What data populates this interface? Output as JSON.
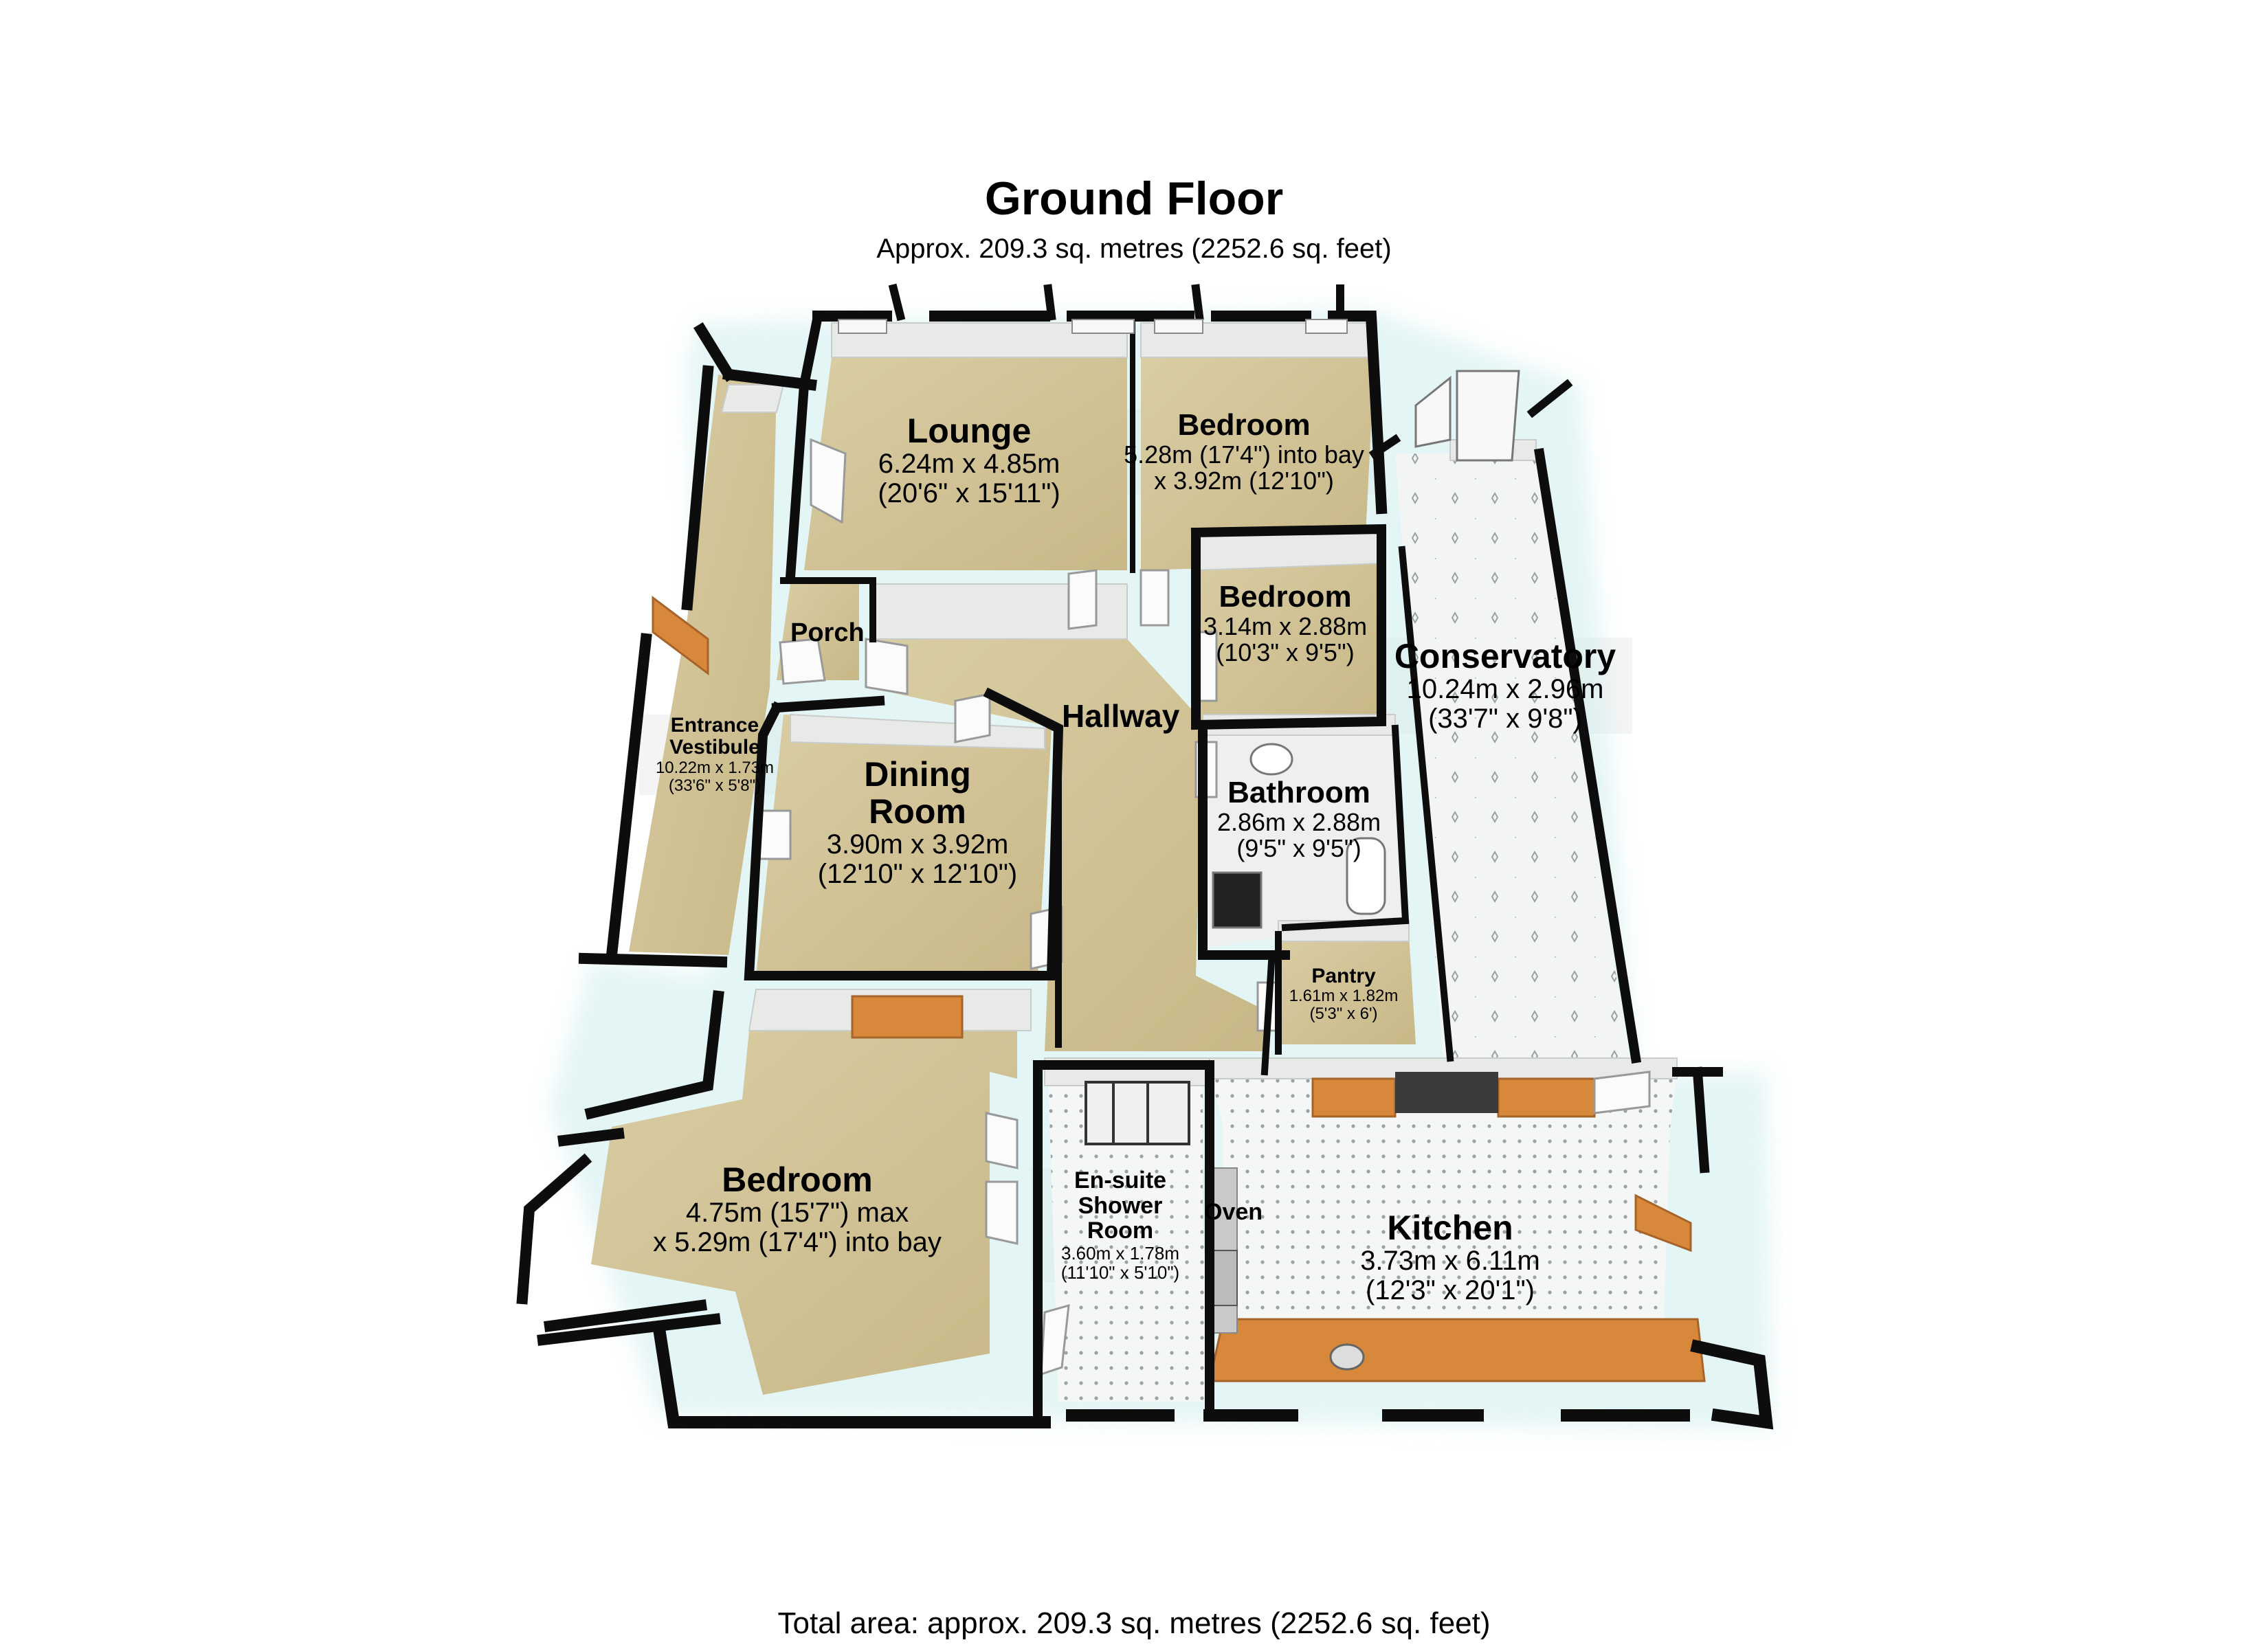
{
  "floor": {
    "title": "Ground Floor",
    "subtitle": "Approx. 209.3 sq. metres (2252.6 sq. feet)"
  },
  "rooms": {
    "lounge": {
      "name": "Lounge",
      "dim1": "6.24m x 4.85m",
      "dim2": "(20'6\" x 15'11\")"
    },
    "bedroom_front": {
      "name": "Bedroom",
      "dim1": "5.28m (17'4\") into bay",
      "dim2": "x 3.92m (12'10\")"
    },
    "bedroom_small": {
      "name": "Bedroom",
      "dim1": "3.14m x 2.88m",
      "dim2": "(10'3\" x 9'5\")"
    },
    "conservatory": {
      "name": "Conservatory",
      "dim1": "10.24m x 2.96m",
      "dim2": "(33'7\" x 9'8\")"
    },
    "porch": {
      "name": "Porch"
    },
    "hallway": {
      "name": "Hallway"
    },
    "entrance_vestibule": {
      "name1": "Entrance",
      "name2": "Vestibule",
      "dim1": "10.22m x 1.73m",
      "dim2": "(33'6\" x 5'8\")"
    },
    "dining_room": {
      "name1": "Dining",
      "name2": "Room",
      "dim1": "3.90m x 3.92m",
      "dim2": "(12'10\" x 12'10\")"
    },
    "bathroom": {
      "name": "Bathroom",
      "dim1": "2.86m x 2.88m",
      "dim2": "(9'5\" x 9'5\")"
    },
    "pantry": {
      "name": "Pantry",
      "dim1": "1.61m x 1.82m",
      "dim2": "(5'3\" x 6')"
    },
    "bedroom_main": {
      "name": "Bedroom",
      "dim1": "4.75m (15'7\") max",
      "dim2": "x 5.29m (17'4\") into bay"
    },
    "ensuite": {
      "name1": "En-suite",
      "name2": "Shower",
      "name3": "Room",
      "dim1": "3.60m x 1.78m",
      "dim2": "(11'10\" x 5'10\")"
    },
    "kitchen": {
      "name": "Kitchen",
      "dim1": "3.73m x 6.11m",
      "dim2": "(12'3\" x 20'1\")"
    },
    "oven": {
      "name": "Oven"
    }
  },
  "total": "Total area: approx. 209.3 sq. metres (2252.6 sq. feet)",
  "colors": {
    "carpet": "#cdbf93",
    "tile": "#f2f4f4",
    "wall": "#0d0d0d",
    "wall_inner": "#e9ebe9",
    "worktop": "#d7883a",
    "glow": "#d8efee"
  }
}
